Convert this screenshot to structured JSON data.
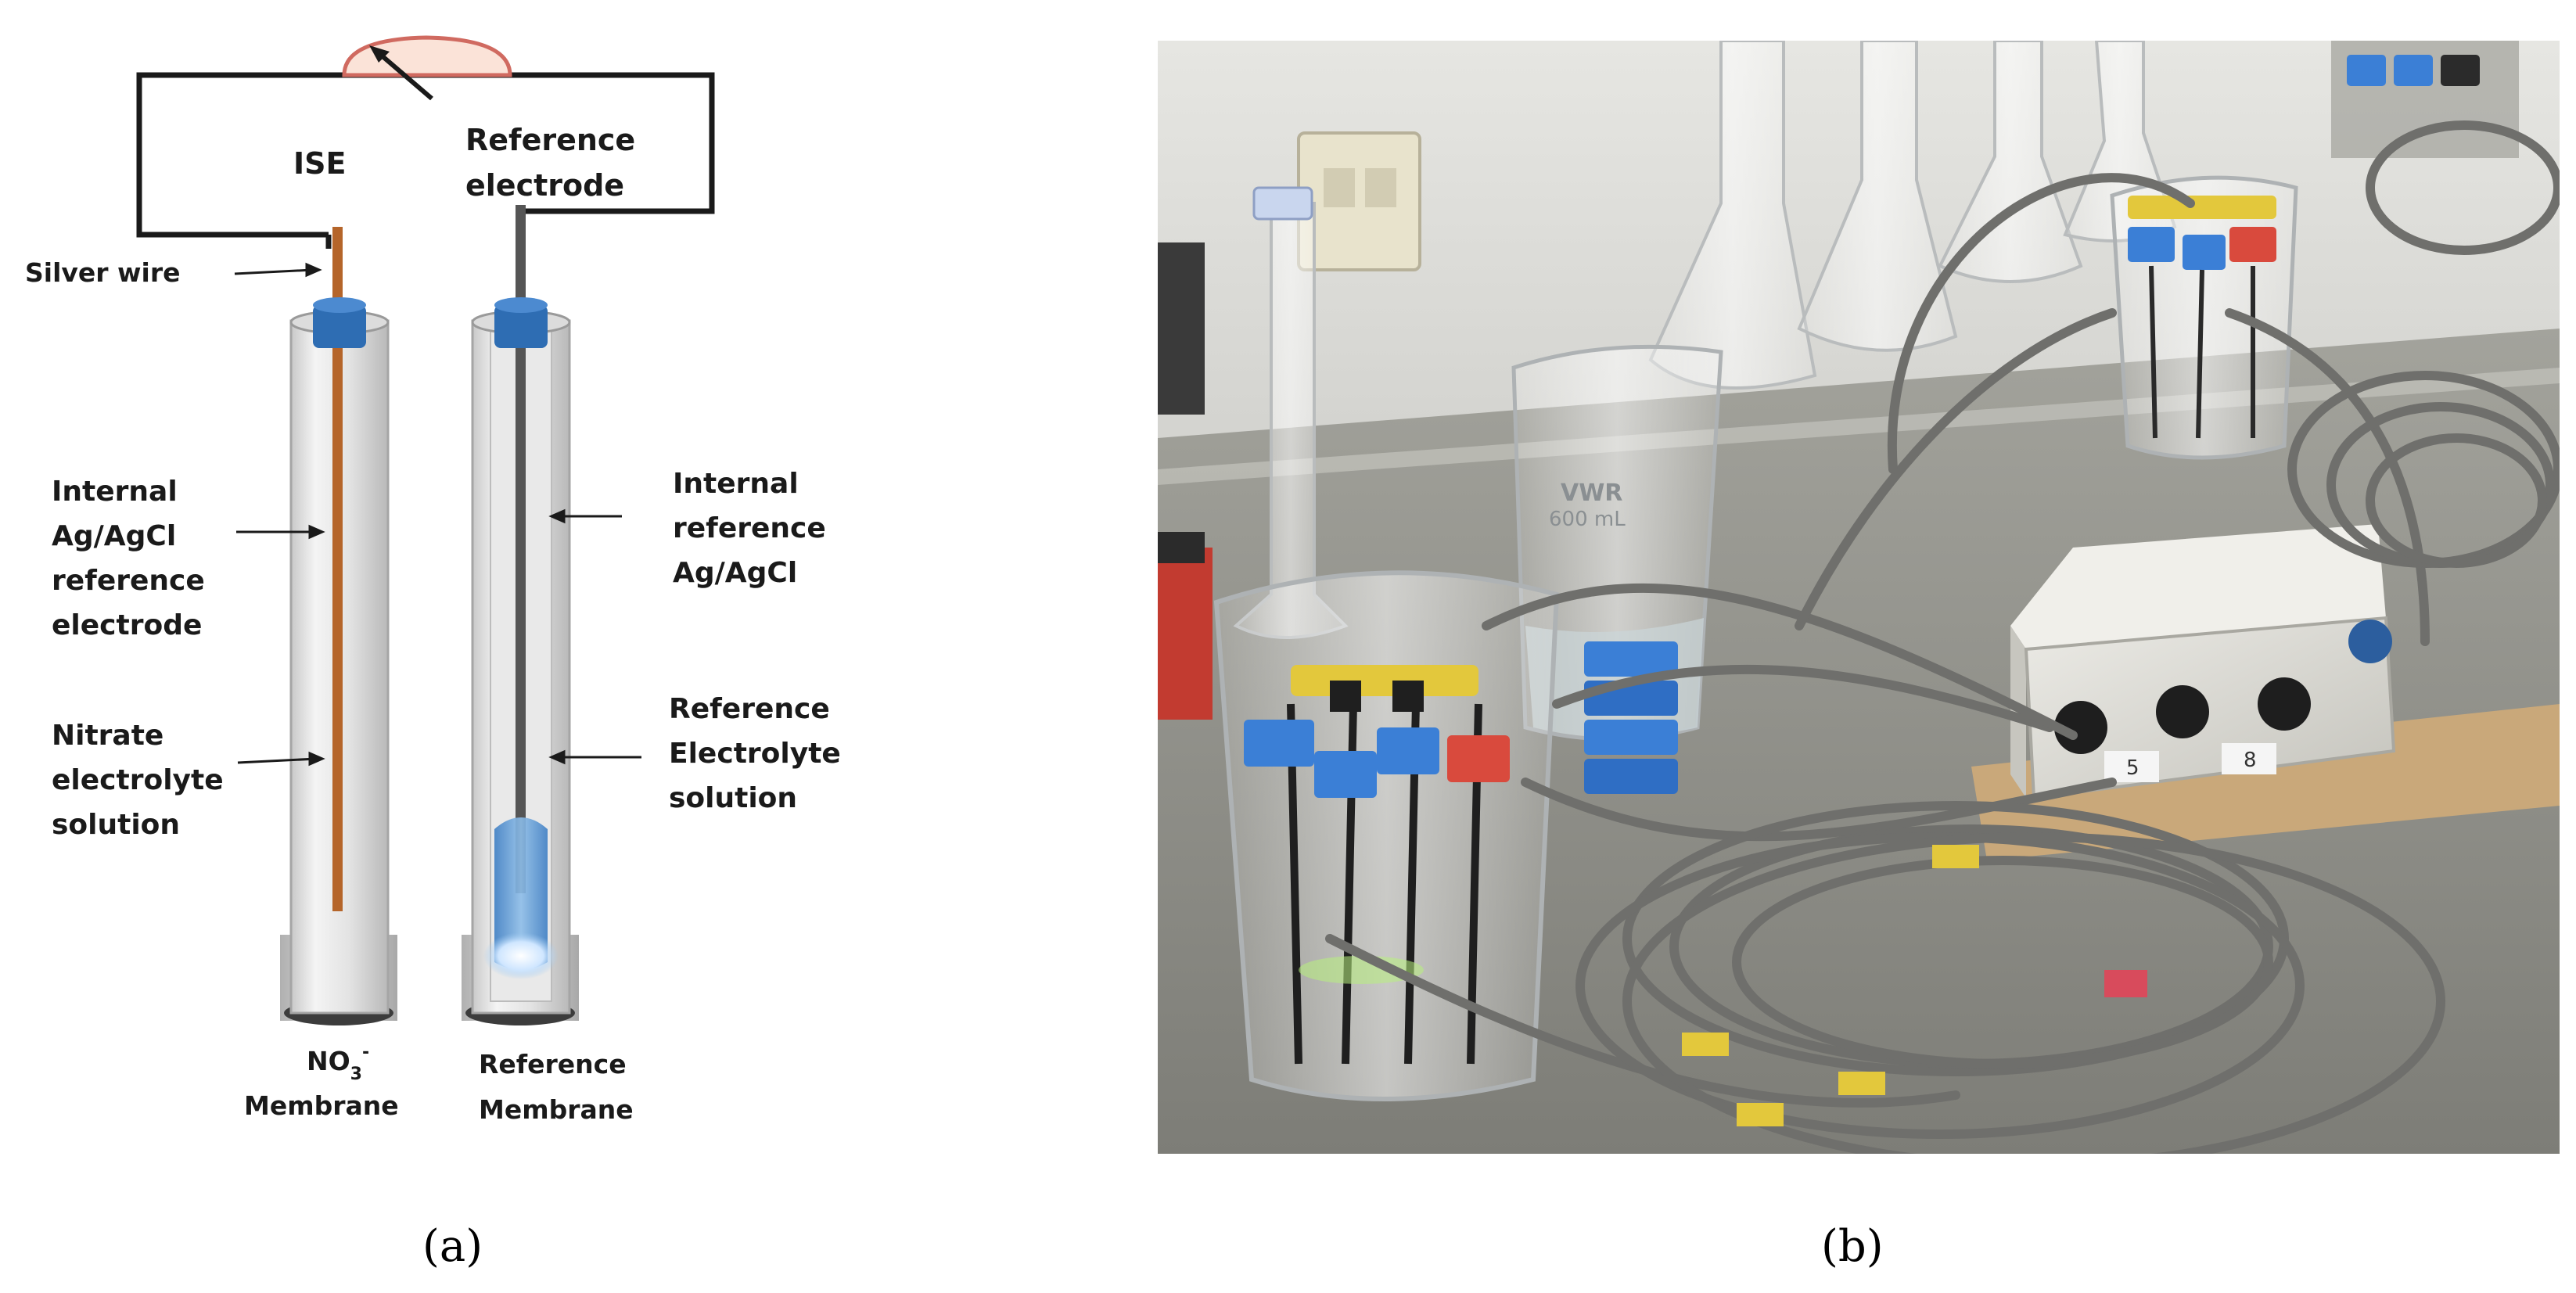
{
  "figure": {
    "panel_a": {
      "caption": "(a)",
      "labels": {
        "ise": "ISE",
        "reference_electrode_line1": "Reference",
        "reference_electrode_line2": "electrode",
        "silver_wire": "Silver wire",
        "internal_ref_line1": "Internal",
        "internal_ref_line2": "Ag/AgCl",
        "internal_ref_line3": "reference",
        "internal_ref_line4": "electrode",
        "nitrate_line1": "Nitrate",
        "nitrate_line2": "electrolyte",
        "nitrate_line3": "solution",
        "internal_reference_line1": "Internal",
        "internal_reference_line2": "reference",
        "internal_reference_line3": "Ag/AgCl",
        "reference_electrolyte_line1": "Reference",
        "reference_electrolyte_line2": "Electrolyte",
        "reference_electrolyte_line3": "solution",
        "no3_membrane_formula": "NO",
        "no3_membrane_sub": "3",
        "no3_membrane_sup": "-",
        "no3_membrane_word": "Membrane",
        "reference_membrane_line1": "Reference",
        "reference_membrane_line2": "Membrane"
      }
    },
    "panel_b": {
      "caption": "(b)",
      "beaker_label_brand": "VWR",
      "beaker_label_volume": "600 mL",
      "box_port_numbers": [
        "5",
        "8"
      ]
    },
    "colors": {
      "copper_wire": "#b5652a",
      "electrode_cap": "#2e6db3",
      "meter_fill": "#fbe3d8",
      "meter_stroke": "#d06a60",
      "circuit": "#1a1a1a",
      "reference_fill": "#5b9bd5",
      "photo_bench": "#8f8f88",
      "cable": "#6f6f6c",
      "junction_box": "#d9d8d2"
    },
    "icons": [
      "galvanometer-icon",
      "arrow-pointer-icon"
    ]
  }
}
